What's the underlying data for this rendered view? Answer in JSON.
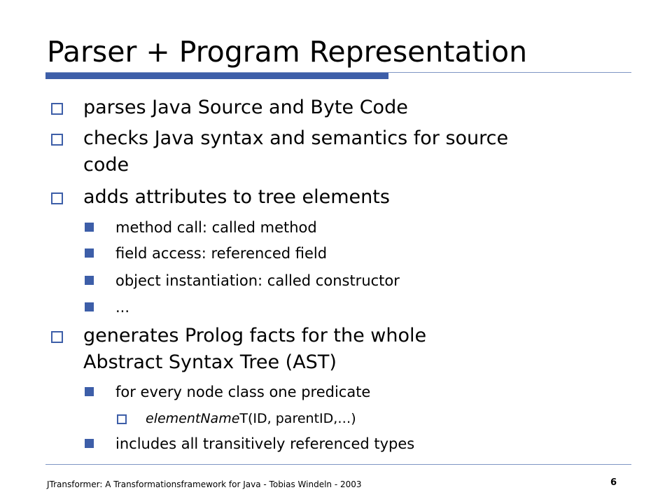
{
  "slide": {
    "title": "Parser + Program Representation",
    "accent_color": "#3d5ea8"
  },
  "bullets": {
    "b1": "parses Java Source and Byte Code",
    "b2_line1": "checks Java syntax and semantics for source",
    "b2_line2": "code",
    "b3": "adds attributes to tree elements",
    "b3_sub1": "method call: called method",
    "b3_sub2": "field access: referenced field",
    "b3_sub3": "object instantiation: called constructor",
    "b3_sub4": "...",
    "b4_line1": "generates Prolog facts for the whole",
    "b4_line2": "Abstract Syntax Tree (AST)",
    "b4_sub1": "for every node class one predicate",
    "b4_sub1_detail_italic": "elementName",
    "b4_sub1_detail_rest": "T(ID, parentID,…)",
    "b4_sub2": "includes all transitively referenced types"
  },
  "footer": {
    "text": "JTransformer: A Transformationsframework for Java - Tobias Windeln - 2003",
    "page_number": "6"
  }
}
